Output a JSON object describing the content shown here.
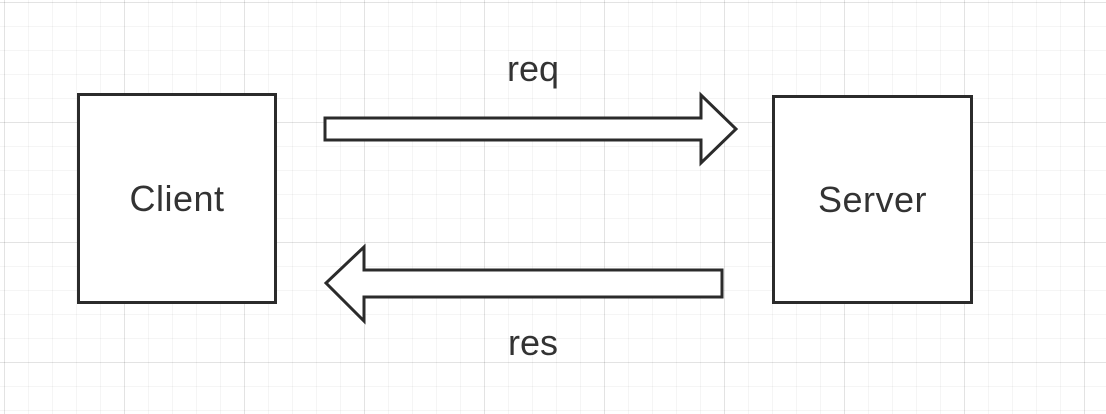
{
  "nodes": {
    "client": {
      "label": "Client"
    },
    "server": {
      "label": "Server"
    }
  },
  "edges": {
    "request": {
      "label": "req",
      "from": "Client",
      "to": "Server"
    },
    "response": {
      "label": "res",
      "from": "Server",
      "to": "Client"
    }
  },
  "colors": {
    "stroke": "#2b2b2b",
    "text": "#333333",
    "background": "#ffffff"
  }
}
